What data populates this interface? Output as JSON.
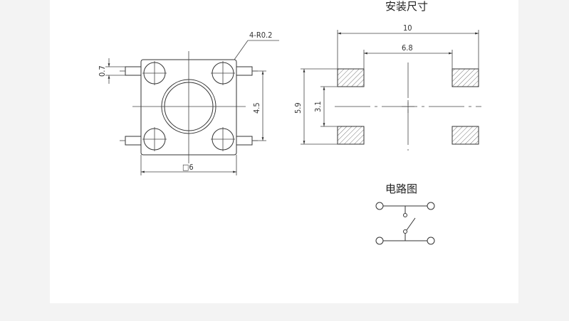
{
  "drawing": {
    "mount_title": "安装尺寸",
    "circuit_title": "电路图",
    "dims": {
      "corner_radius": "4-R0.2",
      "pin_width": "0.7",
      "pin_pitch": "4.5",
      "body_size": "□6",
      "outer_width": "10",
      "inner_width": "6.8",
      "outer_height": "5.9",
      "inner_height": "3.1"
    }
  }
}
